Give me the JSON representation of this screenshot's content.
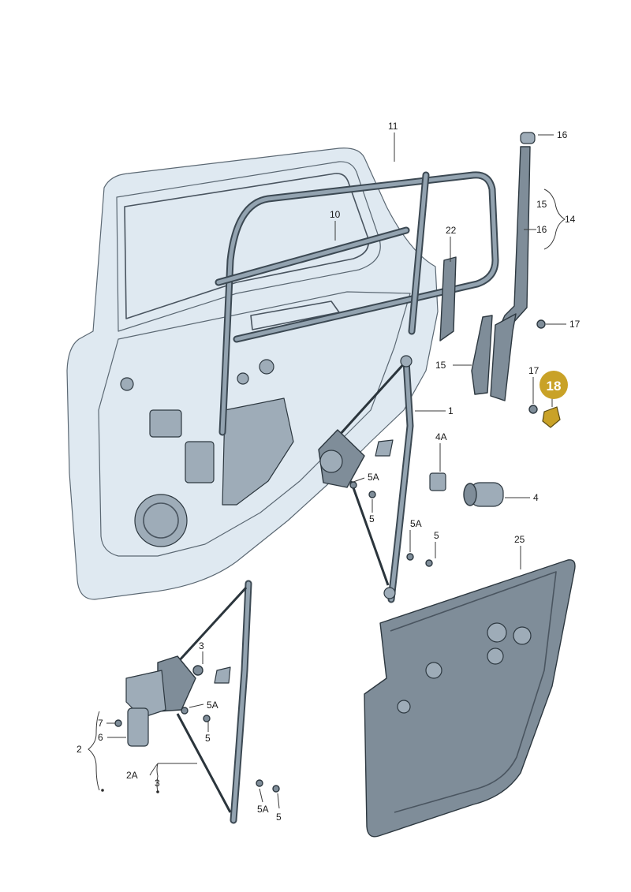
{
  "labels": {
    "l11": "11",
    "l16a": "16",
    "l10": "10",
    "l15a": "15",
    "l14": "14",
    "l16b": "16",
    "l22": "22",
    "l17a": "17",
    "l15b": "15",
    "l17b": "17",
    "l1": "1",
    "l4a": "4A",
    "l5a1": "5A",
    "l5_1": "5",
    "l4": "4",
    "l5a2": "5A",
    "l5_2": "5",
    "l25": "25",
    "l3a": "3",
    "l5a3": "5A",
    "l5_3": "5",
    "l7": "7",
    "l6": "6",
    "l2": "2",
    "l2a": "2A",
    "l3b": "3",
    "l5a4": "5A",
    "l5_4": "5"
  },
  "highlight": {
    "number": "18",
    "color": "#c9a227"
  },
  "colors": {
    "door_fill": "#e3edf5",
    "part_fill": "#8b9aa6"
  }
}
